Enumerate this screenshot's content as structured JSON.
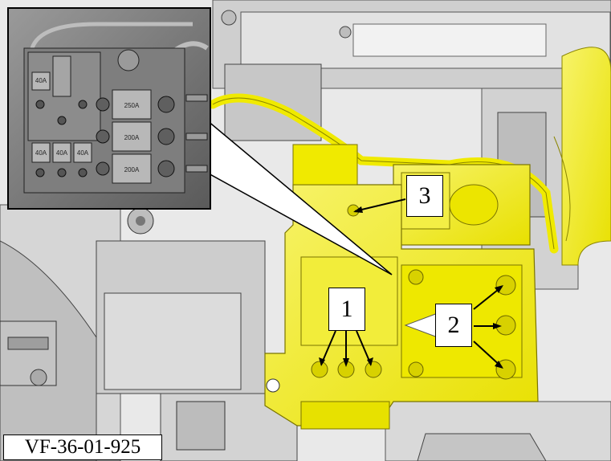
{
  "figure": {
    "code": "VF-36-01-925",
    "callouts": [
      {
        "number": "1"
      },
      {
        "number": "2"
      },
      {
        "number": "3"
      }
    ],
    "inset_fuse_ratings": [
      "250A",
      "200A",
      "200A",
      "40A",
      "40A",
      "40A",
      "40A"
    ]
  },
  "colors": {
    "highlight": "#f4f000",
    "line": "#000000",
    "background": "#ffffff"
  }
}
